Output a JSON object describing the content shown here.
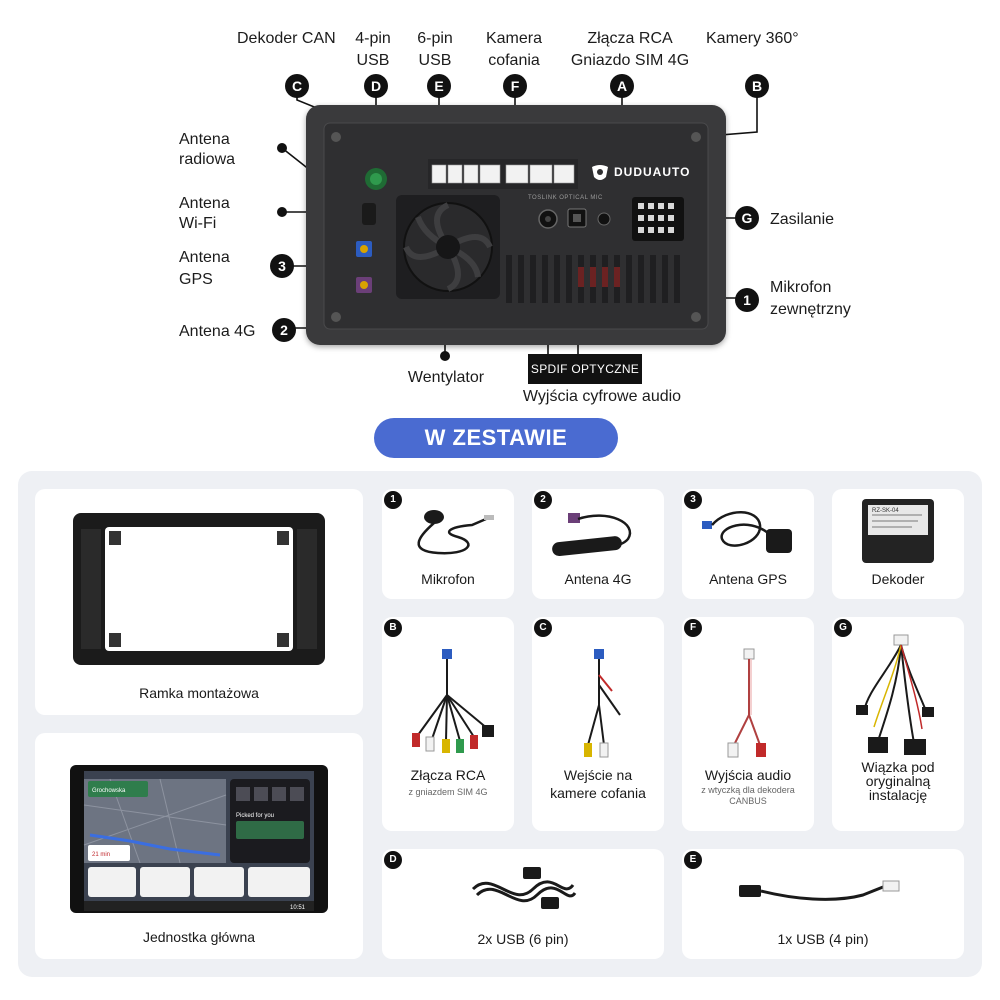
{
  "diagram": {
    "labels": {
      "dekoder_can": "Dekoder CAN",
      "usb4_line1": "4-pin",
      "usb4_line2": "USB",
      "usb6_line1": "6-pin",
      "usb6_line2": "USB",
      "kamera_line1": "Kamera",
      "kamera_line2": "cofania",
      "rca_line1": "Złącza RCA",
      "rca_line2": "Gniazdo SIM 4G",
      "kamery360": "Kamery 360°",
      "antena_radiowa_line1": "Antena",
      "antena_radiowa_line2": "radiowa",
      "antena_wifi_line1": "Antena",
      "antena_wifi_line2": "Wi-Fi",
      "antena_gps_line1": "Antena",
      "antena_gps_line2": "GPS",
      "antena_4g": "Antena 4G",
      "zasilanie": "Zasilanie",
      "mikrofon_line1": "Mikrofon",
      "mikrofon_line2": "zewnętrzny",
      "wentylator": "Wentylator",
      "spdif": "SPDIF OPTYCZNE",
      "wyjscia_cyfrowe": "Wyjścia cyfrowe audio"
    },
    "badges": {
      "c": "C",
      "d": "D",
      "e": "E",
      "f": "F",
      "a": "A",
      "b": "B",
      "g": "G",
      "one": "1",
      "two": "2",
      "three": "3"
    },
    "brand": "DUDUAUTO",
    "unit_print": "TOSLINK OPTICAL MIC"
  },
  "banner": "W ZESTAWIE",
  "kit": {
    "ramka": "Ramka montażowa",
    "jednostka": "Jednostka główna",
    "mikrofon": {
      "badge": "1",
      "name": "Mikrofon"
    },
    "antena4g": {
      "badge": "2",
      "name": "Antena 4G"
    },
    "gps": {
      "badge": "3",
      "name": "Antena GPS"
    },
    "dekoder": {
      "name": "Dekoder",
      "label_text": "RZ-SK-04"
    },
    "rca": {
      "badge": "B",
      "name": "Złącza RCA",
      "sub": "z gniazdem SIM 4G"
    },
    "kamera": {
      "badge": "C",
      "name_line1": "Wejście na",
      "name_line2": "kamere cofania"
    },
    "audio": {
      "badge": "F",
      "name": "Wyjścia audio",
      "sub_line1": "z wtyczką dla dekodera",
      "sub_line2": "CANBUS"
    },
    "wiazka": {
      "badge": "G",
      "name_line1": "Wiązka pod",
      "name_line2": "oryginalną",
      "name_line3": "instalację"
    },
    "usb6": {
      "badge": "D",
      "name": "2x USB (6 pin)"
    },
    "usb4": {
      "badge": "E",
      "name": "1x USB (4 pin)"
    }
  },
  "screen": {
    "street": "Grochowska",
    "eta": "21 min",
    "picked": "Picked for you",
    "time": "10:51"
  }
}
